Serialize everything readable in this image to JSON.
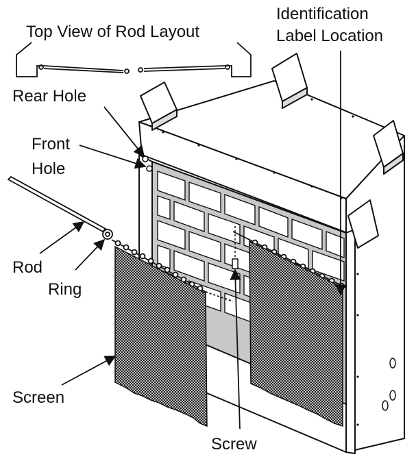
{
  "diagram": {
    "labels": {
      "top_view": "Top View of Rod Layout",
      "identification_line1": "Identification",
      "identification_line2": "Label Location",
      "rear_hole": "Rear Hole",
      "front_hole_line1": "Front",
      "front_hole_line2": "Hole",
      "rod": "Rod",
      "ring": "Ring",
      "screen": "Screen",
      "screw": "Screw"
    },
    "colors": {
      "line": "#111111",
      "background": "#ffffff",
      "firebox_wall": "#c8c8c8",
      "brick_face": "#ffffff",
      "screen_mesh": "#1a1a1a"
    }
  }
}
